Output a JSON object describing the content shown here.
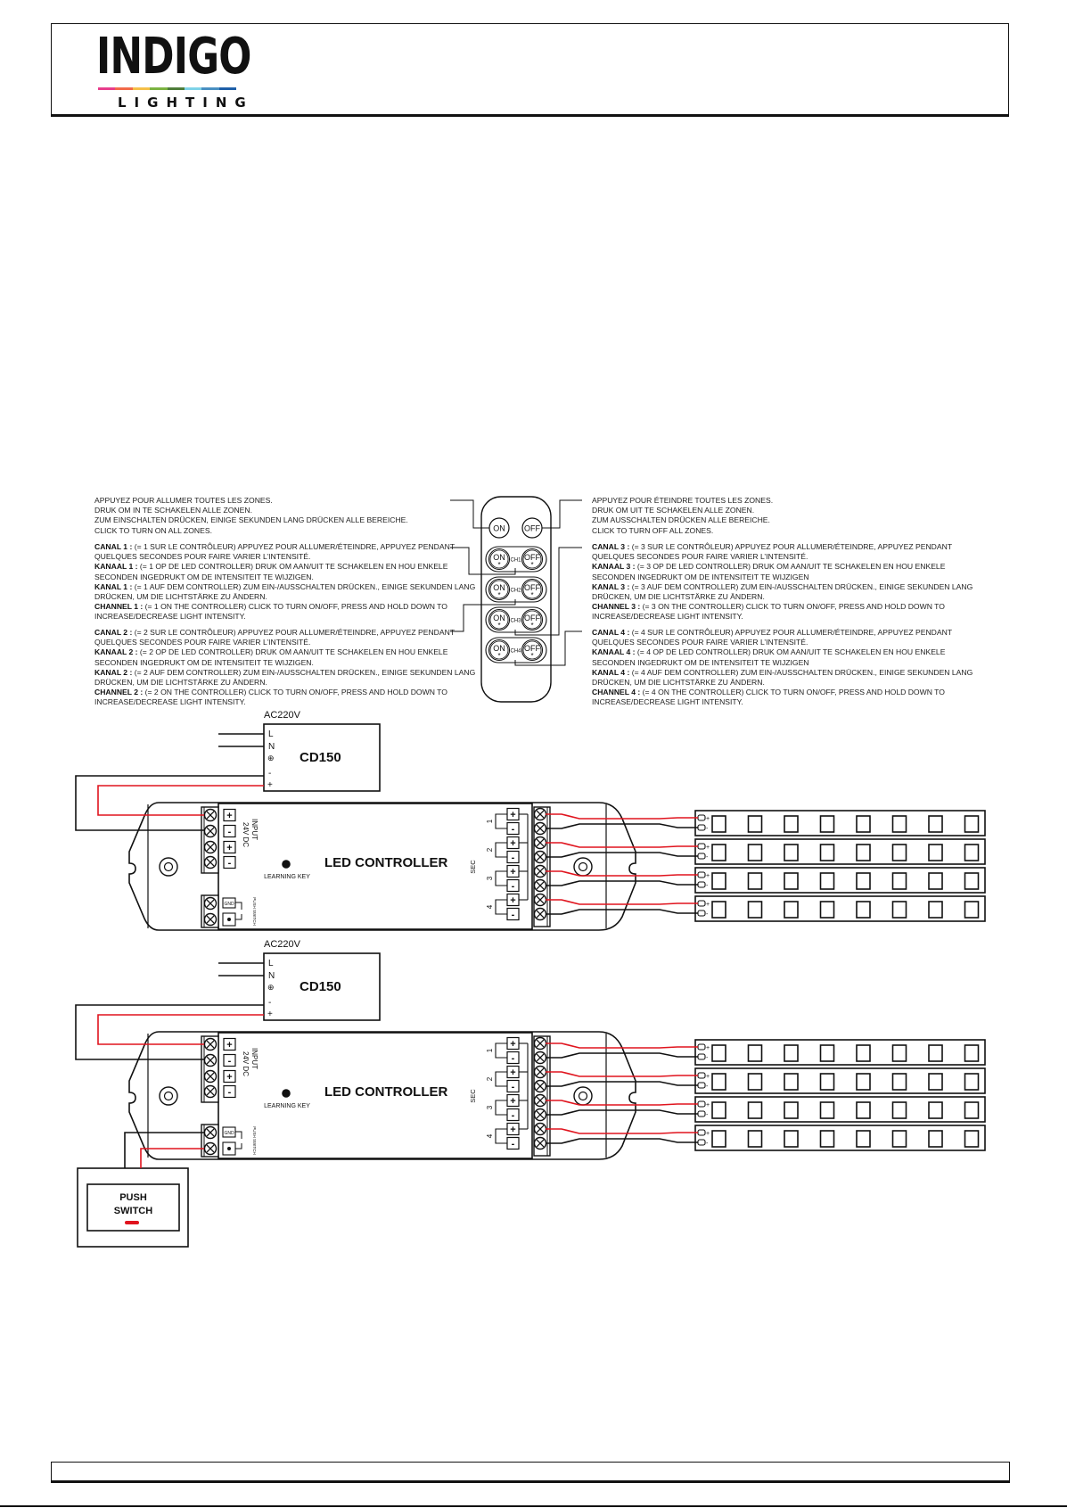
{
  "header": {
    "brand": "INDIGO",
    "sub": "LIGHTING",
    "bar_colors": [
      "#e83e8c",
      "#f26b4a",
      "#f5c04a",
      "#7cb342",
      "#4e7d3a",
      "#7fd3e8",
      "#4a90c2",
      "#1f5fa8"
    ]
  },
  "remote": {
    "all_on_label": "ON",
    "all_off_label": "OFF",
    "channels": [
      {
        "on": "ON",
        "off": "OFF",
        "label": "CH1"
      },
      {
        "on": "ON",
        "off": "OFF",
        "label": "CH2"
      },
      {
        "on": "ON",
        "off": "OFF",
        "label": "CH3"
      },
      {
        "on": "ON",
        "off": "OFF",
        "label": "CH4"
      }
    ],
    "star": "*"
  },
  "instructions_left": {
    "all_on": [
      "APPUYEZ POUR ALLUMER TOUTES LES ZONES.",
      "DRUK OM IN TE SCHAKELEN ALLE ZONEN.",
      "ZUM EINSCHALTEN DRÜCKEN, EINIGE SEKUNDEN LANG DRÜCKEN ALLE BEREICHE.",
      "CLICK TO TURN ON ALL ZONES."
    ],
    "channel1": [
      {
        "b": "CANAL 1 :",
        "t": " (= 1 SUR LE CONTRÔLEUR) APPUYEZ POUR ALLUMER/ÉTEINDRE, APPUYEZ PENDANT"
      },
      {
        "b": "",
        "t": "QUELQUES SECONDES POUR FAIRE VARIER L’INTENSITÉ."
      },
      {
        "b": "KANAAL 1 :",
        "t": " (= 1 OP DE LED CONTROLLER) DRUK OM AAN/UIT TE SCHAKELEN EN HOU ENKELE"
      },
      {
        "b": "",
        "t": "SECONDEN INGEDRUKT OM DE INTENSITEIT TE WIJZIGEN."
      },
      {
        "b": "KANAL 1 :",
        "t": " (= 1 AUF DEM CONTROLLER) ZUM EIN-/AUSSCHALTEN DRÜCKEN., EINIGE SEKUNDEN LANG"
      },
      {
        "b": "",
        "t": "DRÜCKEN, UM DIE LICHTSTÄRKE ZU ÄNDERN."
      },
      {
        "b": "CHANNEL 1 :",
        "t": " (= 1 ON THE CONTROLLER) CLICK TO TURN ON/OFF, PRESS AND HOLD DOWN TO"
      },
      {
        "b": "",
        "t": "INCREASE/DECREASE LIGHT INTENSITY."
      }
    ],
    "channel2": [
      {
        "b": "CANAL 2 :",
        "t": "  (= 2 SUR LE CONTRÔLEUR) APPUYEZ POUR ALLUMER/ÉTEINDRE, APPUYEZ PENDANT"
      },
      {
        "b": "",
        "t": "QUELQUES SECONDES POUR FAIRE VARIER L’INTENSITÉ."
      },
      {
        "b": "KANAAL 2 :",
        "t": " (= 2 OP DE LED CONTROLLER) DRUK OM AAN/UIT TE SCHAKELEN EN HOU ENKELE"
      },
      {
        "b": "",
        "t": "SECONDEN INGEDRUKT OM DE INTENSITEIT TE WIJZIGEN."
      },
      {
        "b": "KANAL 2 :",
        "t": " (= 2 AUF DEM CONTROLLER) ZUM EIN-/AUSSCHALTEN DRÜCKEN., EINIGE SEKUNDEN LANG"
      },
      {
        "b": "",
        "t": "DRÜCKEN, UM DIE LICHTSTÄRKE ZU ÄNDERN."
      },
      {
        "b": "CHANNEL 2 :",
        "t": " (= 2 ON THE CONTROLLER) CLICK TO TURN ON/OFF, PRESS AND HOLD DOWN TO"
      },
      {
        "b": "",
        "t": "INCREASE/DECREASE LIGHT INTENSITY."
      }
    ]
  },
  "instructions_right": {
    "all_off": [
      "APPUYEZ POUR ÉTEINDRE TOUTES LES ZONES.",
      "DRUK OM UIT TE SCHAKELEN ALLE ZONEN.",
      "ZUM AUSSCHALTEN DRÜCKEN ALLE BEREICHE.",
      "CLICK TO TURN OFF ALL ZONES."
    ],
    "channel3": [
      {
        "b": "CANAL 3 :",
        "t": " (= 3 SUR LE CONTRÔLEUR) APPUYEZ POUR ALLUMER/ÉTEINDRE, APPUYEZ PENDANT"
      },
      {
        "b": "",
        "t": "QUELQUES SECONDES POUR FAIRE VARIER L’INTENSITÉ."
      },
      {
        "b": "KANAAL 3 :",
        "t": " (= 3 OP DE LED CONTROLLER) DRUK OM AAN/UIT TE SCHAKELEN EN HOU ENKELE"
      },
      {
        "b": "",
        "t": "SECONDEN INGEDRUKT OM DE INTENSITEIT TE WIJZIGEN"
      },
      {
        "b": "KANAL 3 :",
        "t": " (= 3 AUF DEM CONTROLLER) ZUM EIN-/AUSSCHALTEN DRÜCKEN., EINIGE SEKUNDEN LANG"
      },
      {
        "b": "",
        "t": "DRÜCKEN, UM DIE LICHTSTÄRKE ZU ÄNDERN."
      },
      {
        "b": "CHANNEL 3 :",
        "t": " (= 3 ON THE CONTROLLER) CLICK TO TURN ON/OFF, PRESS AND HOLD DOWN TO"
      },
      {
        "b": "",
        "t": "INCREASE/DECREASE LIGHT INTENSITY."
      }
    ],
    "channel4": [
      {
        "b": "CANAL 4 :",
        "t": " (= 4 SUR LE CONTRÔLEUR) APPUYEZ POUR ALLUMER/ÉTEINDRE, APPUYEZ PENDANT"
      },
      {
        "b": "",
        "t": "QUELQUES SECONDES POUR FAIRE VARIER L’INTENSITÉ."
      },
      {
        "b": "KANAAL 4 :",
        "t": " (= 4 OP DE LED CONTROLLER) DRUK OM AAN/UIT TE SCHAKELEN EN HOU ENKELE"
      },
      {
        "b": "",
        "t": "SECONDEN INGEDRUKT OM DE INTENSITEIT TE WIJZIGEN"
      },
      {
        "b": "KANAL 4 :",
        "t": " (= 4 AUF DEM CONTROLLER) ZUM EIN-/AUSSCHALTEN DRÜCKEN., EINIGE SEKUNDEN LANG"
      },
      {
        "b": "",
        "t": "DRÜCKEN, UM DIE LICHTSTÄRKE ZU ÄNDERN."
      },
      {
        "b": "CHANNEL 4 :",
        "t": " (= 4 ON THE CONTROLLER) CLICK TO TURN ON/OFF, PRESS AND HOLD DOWN TO"
      },
      {
        "b": "",
        "t": "INCREASE/DECREASE LIGHT INTENSITY."
      }
    ]
  },
  "diagrams": [
    {
      "ac_label": "AC220V",
      "psu_name": "CD150",
      "psu_terminals": [
        "L",
        "N",
        "⊕",
        "-",
        "+"
      ],
      "controller_title": "LED CONTROLLER",
      "learning_key": "LEARNING KEY",
      "input_label": "INPUT",
      "input_voltage": "24V DC",
      "input_terminals": [
        "+",
        "-",
        "+",
        "-"
      ],
      "gnd_label": "GND",
      "push_label": "PUSH SWITCH",
      "sec_label": "SEC",
      "output_channels": [
        "1",
        "2",
        "3",
        "4"
      ],
      "strip_count": 4,
      "leds_per_strip": 8,
      "has_push_switch": false
    },
    {
      "ac_label": "AC220V",
      "psu_name": "CD150",
      "psu_terminals": [
        "L",
        "N",
        "⊕",
        "-",
        "+"
      ],
      "controller_title": "LED CONTROLLER",
      "learning_key": "LEARNING KEY",
      "input_label": "INPUT",
      "input_voltage": "24V DC",
      "input_terminals": [
        "+",
        "-",
        "+",
        "-"
      ],
      "gnd_label": "GND",
      "push_label": "PUSH SWITCH",
      "sec_label": "SEC",
      "output_channels": [
        "1",
        "2",
        "3",
        "4"
      ],
      "strip_count": 4,
      "leds_per_strip": 8,
      "has_push_switch": true
    }
  ],
  "push_switch": {
    "line1": "PUSH",
    "line2": "SWITCH"
  },
  "colors": {
    "wire_positive": "#e0141e",
    "wire_negative": "#111111",
    "line": "#111111"
  }
}
